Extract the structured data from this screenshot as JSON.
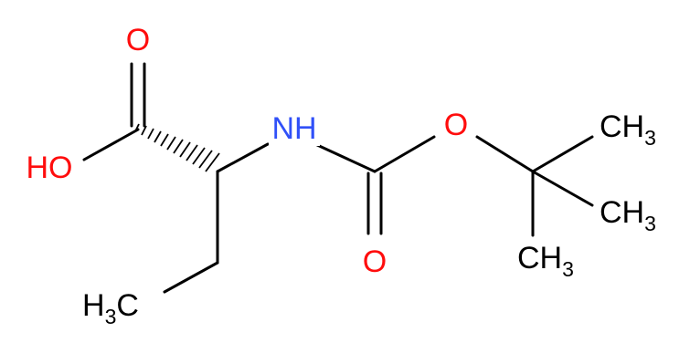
{
  "colors": {
    "oxygen": "#ff0d0d",
    "nitrogen": "#3050f8",
    "carbon": "#000000",
    "background": "#ffffff"
  },
  "labels": {
    "o_carbonyl_acid": "O",
    "hydroxyl": "HO",
    "nh": "NH",
    "o_ester": "O",
    "o_carbonyl_carbamate": "O",
    "methyl_1": {
      "main": "CH",
      "sub": "3"
    },
    "methyl_2": {
      "main": "CH",
      "sub": "3"
    },
    "methyl_3": {
      "main": "CH",
      "sub": "3"
    },
    "ethyl_methyl": {
      "prefix": "H",
      "sub": "3",
      "main": "C"
    }
  }
}
